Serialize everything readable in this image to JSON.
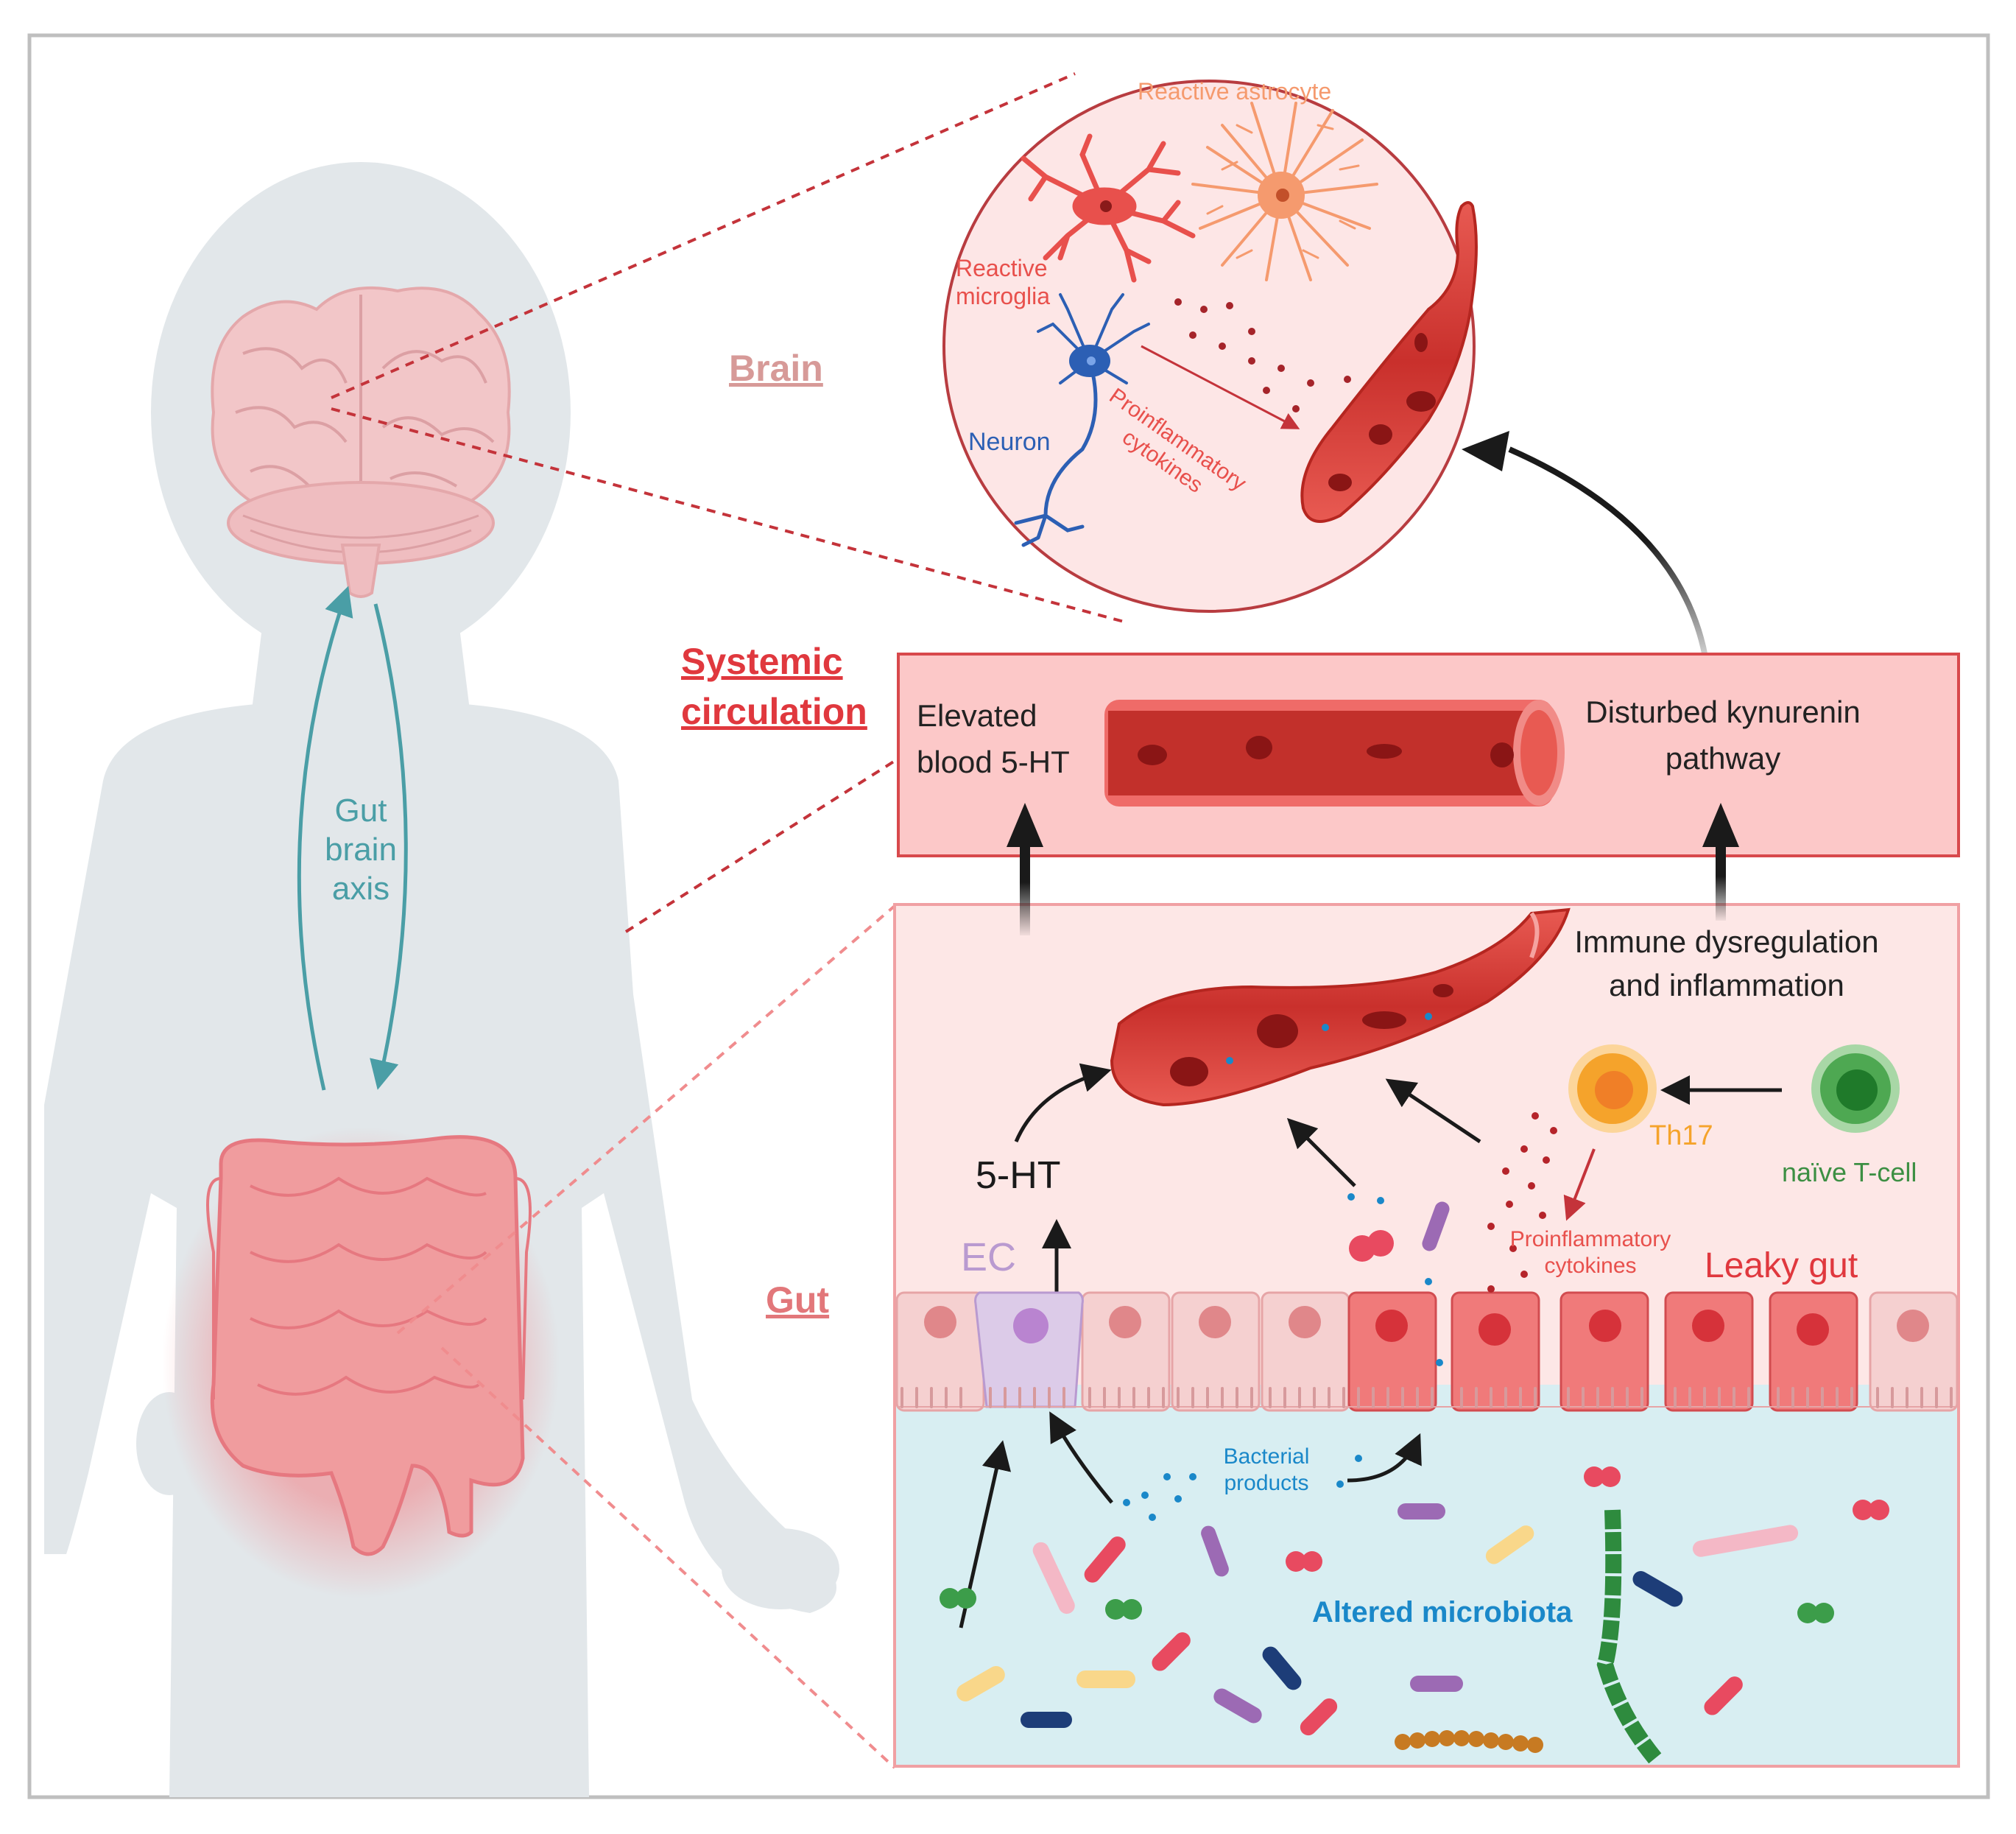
{
  "colors": {
    "silhouette": "#e2e7ea",
    "brain_tissue": "#f2c6c8",
    "gut_tissue": "#f09c9e",
    "box_circ": "#fcc8c8",
    "box_gut_top": "#fde7e6",
    "lumen": "#d8eef2",
    "vessel": "#d8332f",
    "section_brain": "#d79a98",
    "section_circ": "#e0383e",
    "section_gut": "#e2777a",
    "axis_teal": "#4a9ea6",
    "neuron_blue": "#2c5fb4",
    "microglia_red": "#e8504c",
    "astrocyte_orange": "#f59a6e",
    "th17_orange": "#f5a32b",
    "tcell_green": "#3c8f43",
    "microbiota_blue": "#1a88c9",
    "ec_purple": "#b99ad0"
  },
  "labels": {
    "gut_brain_axis": [
      "Gut",
      "brain",
      "axis"
    ],
    "brain": "Brain",
    "systemic_circulation": [
      "Systemic",
      "circulation"
    ],
    "gut": "Gut",
    "reactive_astrocyte": "Reactive astrocyte",
    "reactive_microglia": [
      "Reactive",
      "microglia"
    ],
    "neuron": "Neuron",
    "proinflammatory_cytokines_brain": [
      "Proinflammatory",
      "cytokines"
    ],
    "elevated_blood_5ht": [
      "Elevated",
      "blood 5-HT"
    ],
    "disturbed_kynurenin": [
      "Disturbed kynurenin",
      "pathway"
    ],
    "immune_dysregulation": [
      "Immune dysregulation",
      "and inflammation"
    ],
    "five_ht": "5-HT",
    "ec": "EC",
    "th17": "Th17",
    "naive_tcell": "naïve T-cell",
    "proinflammatory_cytokines_gut": [
      "Proinflammatory",
      "cytokines"
    ],
    "leaky_gut": "Leaky gut",
    "bacterial_products": [
      "Bacterial",
      "products"
    ],
    "altered_microbiota": "Altered microbiota"
  }
}
